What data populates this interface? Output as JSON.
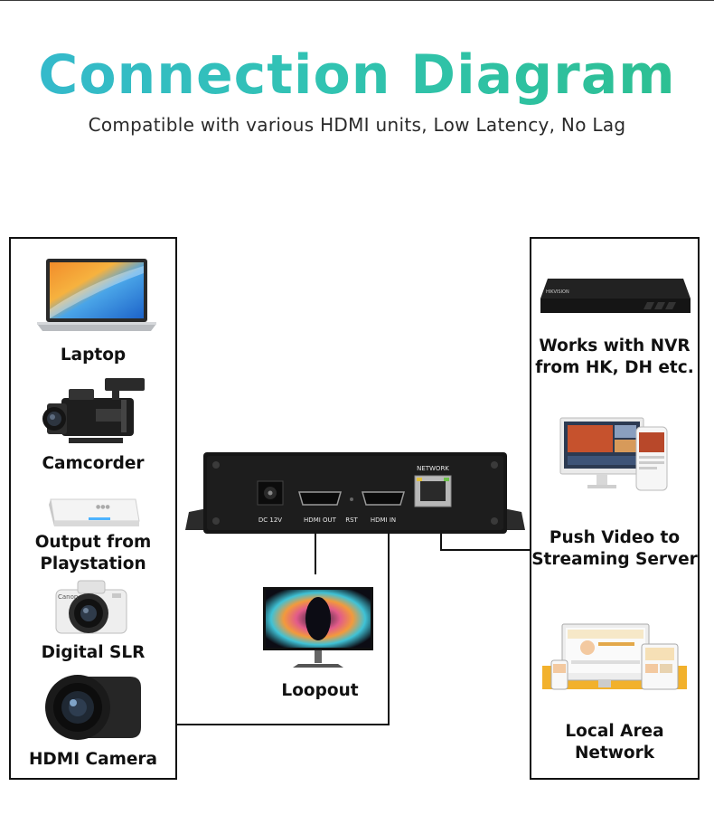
{
  "header": {
    "title": "Connection Diagram",
    "subtitle": "Compatible with various HDMI units, Low Latency, No Lag"
  },
  "inputs": [
    {
      "label": "Laptop",
      "icon": "laptop-icon"
    },
    {
      "label": "Camcorder",
      "icon": "camcorder-icon"
    },
    {
      "label_lines": [
        "Output from",
        "Playstation"
      ],
      "icon": "playstation-icon"
    },
    {
      "label": "Digital SLR",
      "icon": "dslr-camera-icon"
    },
    {
      "label": "HDMI Camera",
      "icon": "hdmi-camera-icon"
    }
  ],
  "outputs": [
    {
      "label_lines": [
        "Works with NVR",
        "from HK, DH etc."
      ],
      "icon": "nvr-icon"
    },
    {
      "label_lines": [
        "Push Video to",
        "Streaming Server"
      ],
      "icon": "streaming-screens-icon"
    },
    {
      "label": "Local Area Network",
      "icon": "lan-screens-icon"
    }
  ],
  "device": {
    "ports": {
      "dc": "DC 12V",
      "hdmi_out": "HDMI OUT",
      "rst": "RST",
      "hdmi_in": "HDMI IN",
      "network": "NETWORK"
    }
  },
  "loopout": {
    "label": "Loopout",
    "icon": "monitor-icon"
  }
}
